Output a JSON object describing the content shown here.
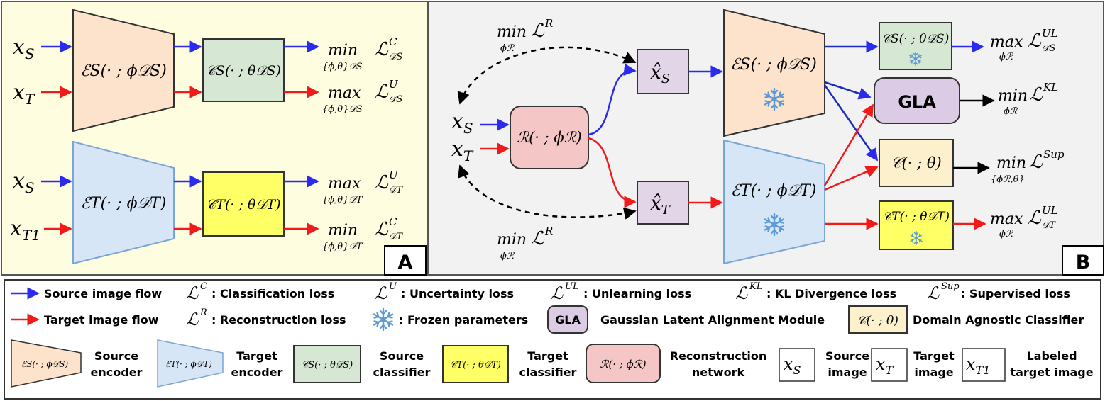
{
  "panel_a": {
    "label": "A",
    "top": {
      "input_1": "x",
      "input_1_sub": "S",
      "input_2": "x",
      "input_2_sub": "T",
      "encoder": "ℰS(· ; ϕ𝒟S)",
      "classifier": "𝒞S(· ; θ𝒟S)",
      "out_1_op": "min",
      "out_1_loss": "ℒ",
      "out_1_sup": "C",
      "out_1_sub": "𝒟S",
      "out_1_under": "{ϕ,θ}𝒟S",
      "out_2_op": "max",
      "out_2_loss": "ℒ",
      "out_2_sup": "U",
      "out_2_sub": "𝒟S",
      "out_2_under": "{ϕ,θ}𝒟S"
    },
    "bottom": {
      "input_1": "x",
      "input_1_sub": "S",
      "input_2": "x",
      "input_2_sub": "T1",
      "encoder": "ℰT(· ; ϕ𝒟T)",
      "classifier": "𝒞T(· ; θ𝒟T)",
      "out_1_op": "max",
      "out_1_loss": "ℒ",
      "out_1_sup": "U",
      "out_1_sub": "𝒟T",
      "out_1_under": "{ϕ,θ}𝒟T",
      "out_2_op": "min",
      "out_2_loss": "ℒ",
      "out_2_sup": "C",
      "out_2_sub": "𝒟T",
      "out_2_under": "{ϕ,θ}𝒟T"
    }
  },
  "panel_b": {
    "label": "B",
    "input_1": "x",
    "input_1_sub": "S",
    "input_2": "x",
    "input_2_sub": "T",
    "reconstruction": "ℛ(· ; ϕℛ)",
    "recon_s": "x̂",
    "recon_s_sub": "S",
    "recon_t": "x̂",
    "recon_t_sub": "T",
    "loss_top_op": "min",
    "loss_top": "ℒ",
    "loss_top_sup": "R",
    "loss_top_under": "ϕℛ",
    "loss_bot_op": "min",
    "loss_bot": "ℒ",
    "loss_bot_sup": "R",
    "loss_bot_under": "ϕℛ",
    "encoder_s": "ℰS(· ; ϕ𝒟S)",
    "encoder_t": "ℰT(· ; ϕ𝒟T)",
    "classifier_s": "𝒞S(· ; θ𝒟S)",
    "classifier_t": "𝒞T(· ; θ𝒟T)",
    "gla": "GLA",
    "classifier_agnostic": "𝒞(· ; θ)",
    "out_s_op": "max",
    "out_s_loss": "ℒ",
    "out_s_sup": "UL",
    "out_s_sub": "𝒟S",
    "out_s_under": "ϕℛ",
    "out_gla_op": "min",
    "out_gla_loss": "ℒ",
    "out_gla_sup": "KL",
    "out_gla_under": "ϕℛ",
    "out_c_op": "min",
    "out_c_loss": "ℒ",
    "out_c_sup": "Sup",
    "out_c_under": "{ϕℛ,θ}",
    "out_t_op": "max",
    "out_t_loss": "ℒ",
    "out_t_sup": "UL",
    "out_t_sub": "𝒟T",
    "out_t_under": "ϕℛ"
  },
  "legend": {
    "source_flow": "Source image flow",
    "target_flow": "Target image flow",
    "loss_c_sym": "ℒ",
    "loss_c_sup": "C",
    "loss_c_text": ": Classification loss",
    "loss_r_sym": "ℒ",
    "loss_r_sup": "R",
    "loss_r_text": ": Reconstruction loss",
    "loss_u_sym": "ℒ",
    "loss_u_sup": "U",
    "loss_u_text": ": Uncertainty loss",
    "frozen_text": ": Frozen parameters",
    "loss_ul_sym": "ℒ",
    "loss_ul_sup": "UL",
    "loss_ul_text": ": Unlearning loss",
    "gla_box": "GLA",
    "gla_text": "Gaussian Latent Alignment Module",
    "loss_kl_sym": "ℒ",
    "loss_kl_sup": "KL",
    "loss_kl_text": ": KL Divergence loss",
    "loss_sup_sym": "ℒ",
    "loss_sup_sup": "Sup",
    "loss_sup_text": ": Supervised loss",
    "agnostic_box": "𝒞(· ; θ)",
    "agnostic_text": "Domain Agnostic Classifier",
    "src_enc_box": "ℰS(· ; ϕ𝒟S)",
    "src_enc_l1": "Source",
    "src_enc_l2": "encoder",
    "tgt_enc_box": "ℰT(· ; ϕ𝒟T)",
    "tgt_enc_l1": "Target",
    "tgt_enc_l2": "encoder",
    "src_cls_box": "𝒞S(· ; θ𝒟S)",
    "src_cls_l1": "Source",
    "src_cls_l2": "classifier",
    "tgt_cls_box": "𝒞T(· ; θ𝒟T)",
    "tgt_cls_l1": "Target",
    "tgt_cls_l2": "classifier",
    "rec_box": "ℛ(· ; ϕℛ)",
    "rec_l1": "Reconstruction",
    "rec_l2": "network",
    "xs_box": "x",
    "xs_box_sub": "S",
    "xs_l1": "Source",
    "xs_l2": "image",
    "xt_box": "x",
    "xt_box_sub": "T",
    "xt_l1": "Target",
    "xt_l2": "image",
    "xt1_box": "x",
    "xt1_box_sub": "T1",
    "xt1_l1": "Labeled",
    "xt1_l2": "target image"
  },
  "colors": {
    "source_flow": "#2b2bf0",
    "target_flow": "#f01a1a",
    "panel_a_bg": "#fffde0",
    "panel_b_bg": "#f2f2f2",
    "source_encoder": "#fde3cc",
    "target_encoder": "#d6e6f7",
    "source_classifier": "#d6e8d4",
    "target_classifier": "#ffff66",
    "reconstruction": "#f5c6c6",
    "recon_output": "#e2d5e8",
    "gla": "#dccbe4",
    "agnostic": "#fdf0cc",
    "snowflake": "#5b9bd5"
  }
}
